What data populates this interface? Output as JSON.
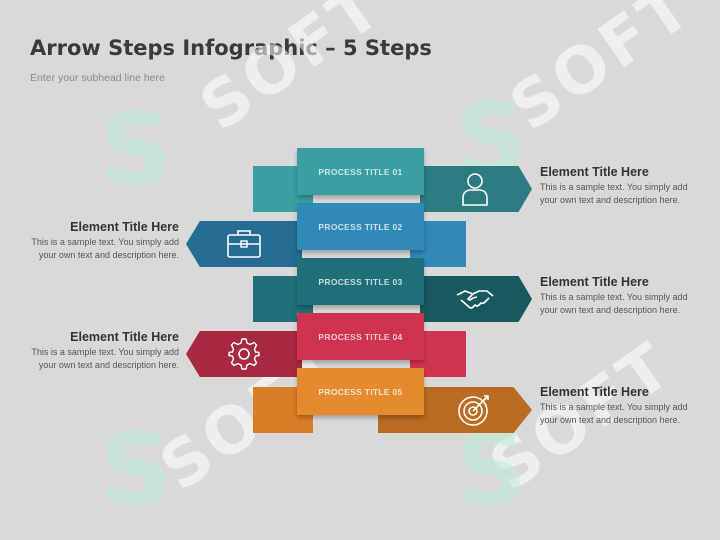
{
  "header": {
    "title": "Arrow Steps Infographic – 5 Steps",
    "subtitle": "Enter your subhead line here"
  },
  "watermark": {
    "text": "SOFT"
  },
  "steps": [
    {
      "label": "PROCESS TITLE 01",
      "color": "#3a9ea3",
      "dark": "#2a7c80",
      "icon": "person-icon",
      "side": "right"
    },
    {
      "label": "PROCESS TITLE 02",
      "color": "#3189b8",
      "dark": "#266b92",
      "icon": "briefcase-icon",
      "side": "left"
    },
    {
      "label": "PROCESS TITLE 03",
      "color": "#1f6f78",
      "dark": "#18585f",
      "icon": "handshake-icon",
      "side": "right"
    },
    {
      "label": "PROCESS TITLE 04",
      "color": "#d0334f",
      "dark": "#a82840",
      "icon": "gear-icon",
      "side": "left"
    },
    {
      "label": "PROCESS TITLE 05",
      "color": "#e58a2e",
      "dark": "#b96c22",
      "icon": "target-icon",
      "side": "right"
    }
  ],
  "elements": [
    {
      "title": "Element Title Here",
      "text": "This is a sample text. You simply add your own text and description here."
    },
    {
      "title": "Element Title Here",
      "text": "This is a sample text. You simply add your own text and description here."
    },
    {
      "title": "Element Title Here",
      "text": "This is a sample text. You simply add your own text and description here."
    },
    {
      "title": "Element Title Here",
      "text": "This is a sample text. You simply add your own text and description here."
    },
    {
      "title": "Element Title Here",
      "text": "This is a sample text. You simply add your own text and description here."
    }
  ]
}
